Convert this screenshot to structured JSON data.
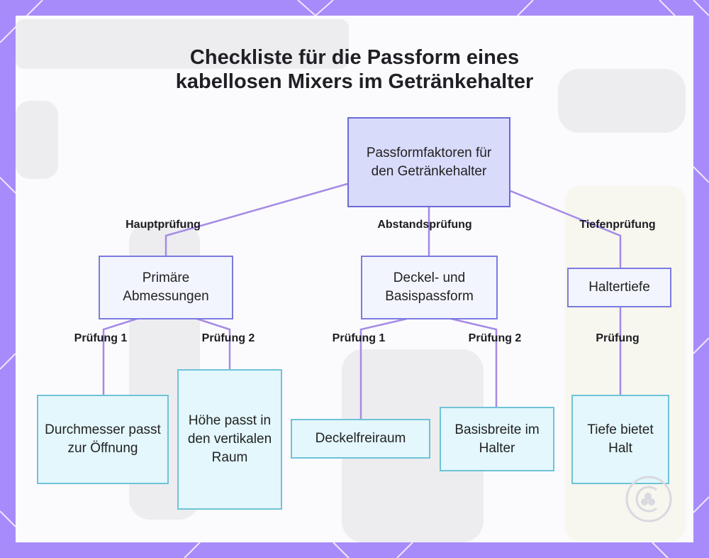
{
  "title_line1": "Checkliste für die Passform eines",
  "title_line2": "kabellosen Mixers im Getränkehalter",
  "colors": {
    "frame": "#a78bfa",
    "root_fill": "#d9dbfb",
    "node_border": "#7c7be0",
    "leaf_fill": "#e3f7fc",
    "leaf_border": "#6fc3d8",
    "connector": "#a58ae6"
  },
  "nodes": {
    "root": "Passformfaktoren für den Getränkehalter",
    "primary": "Primäre Abmessungen",
    "lid_base": "Deckel- und Basispassform",
    "holder_depth": "Haltertiefe",
    "diameter": "Durchmesser passt zur Öffnung",
    "height": "Höhe passt in den vertikalen Raum",
    "lid_clearance": "Deckelfreiraum",
    "base_width": "Basisbreite im Halter",
    "depth_support": "Tiefe bietet Halt"
  },
  "edge_labels": {
    "main_check": "Hauptprüfung",
    "distance_check": "Abstandsprüfung",
    "depth_check": "Tiefenprüfung",
    "primary_check1": "Prüfung 1",
    "primary_check2": "Prüfung 2",
    "lid_check1": "Prüfung 1",
    "lid_check2": "Prüfung 2",
    "depth_single_check": "Prüfung"
  },
  "watermark_icon": "copyright-icon"
}
